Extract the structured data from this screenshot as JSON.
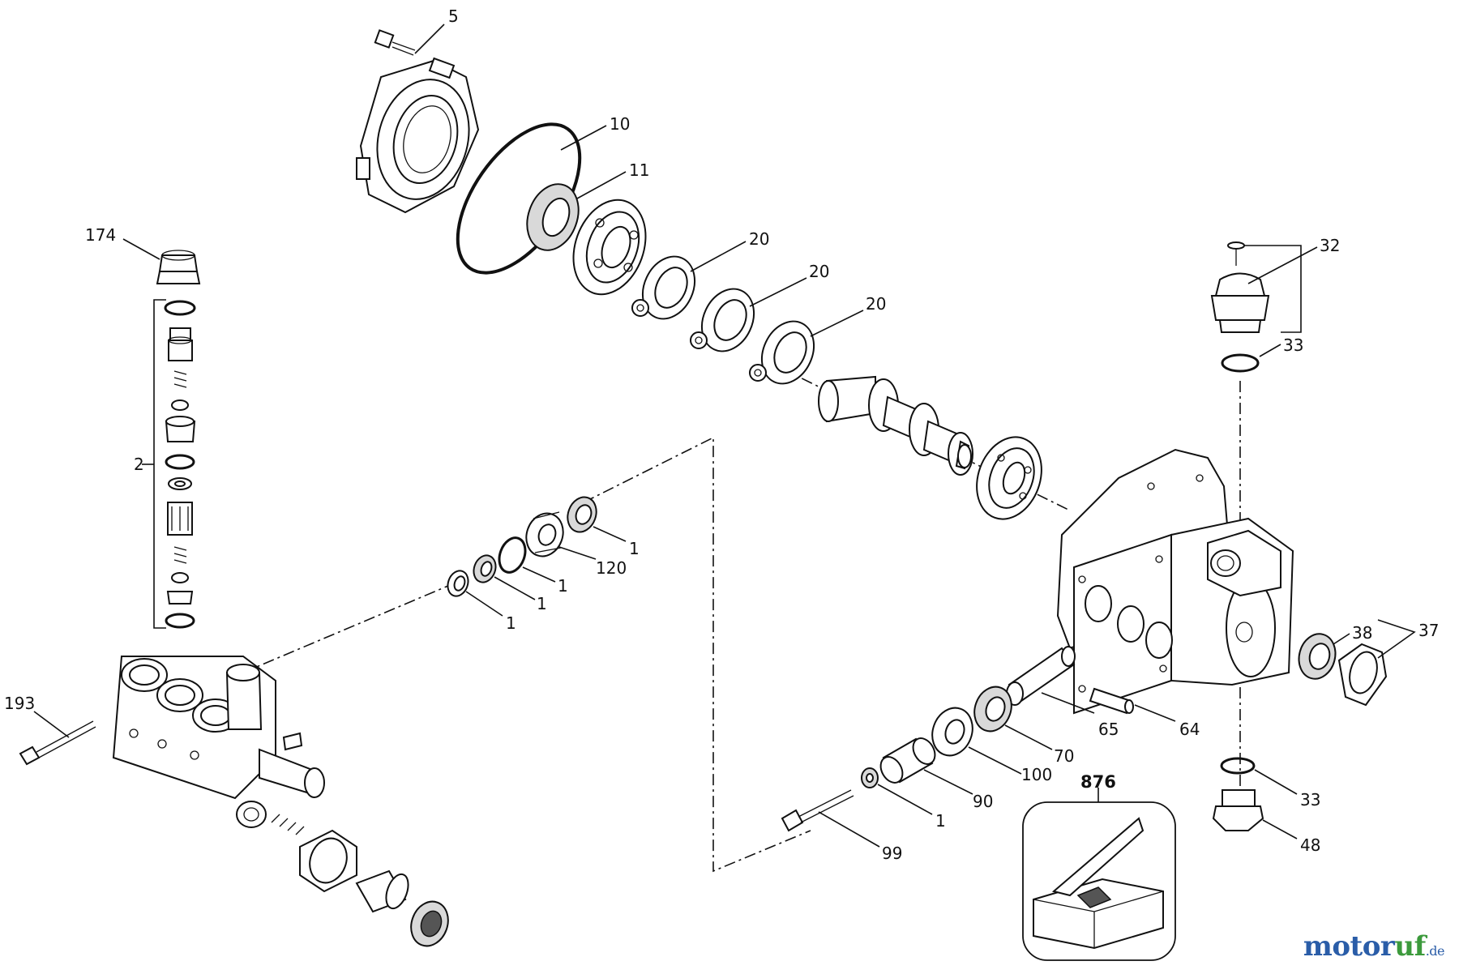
{
  "callouts": {
    "c5": "5",
    "c10": "10",
    "c11": "11",
    "c20a": "20",
    "c20b": "20",
    "c20c": "20",
    "c174": "174",
    "c2": "2",
    "c193": "193",
    "c32": "32",
    "c33a": "33",
    "c33b": "33",
    "c37": "37",
    "c38": "38",
    "c48": "48",
    "c64": "64",
    "c65": "65",
    "c70": "70",
    "c100": "100",
    "c90": "90",
    "c1a": "1",
    "c1b": "1",
    "c1c": "1",
    "c1d": "1",
    "c1e": "1",
    "c120": "120",
    "c99": "99",
    "c876": "876"
  },
  "watermark": {
    "text_main": "motor",
    "text_accent": "uf",
    "text_tld": ".de"
  },
  "colors": {
    "lines": "#111111",
    "watermark_blue": "#2a5da8",
    "watermark_green": "#3c9a3c"
  }
}
